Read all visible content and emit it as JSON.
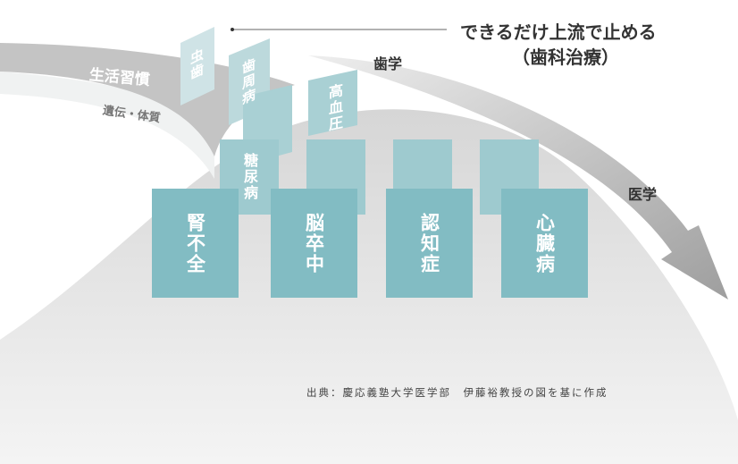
{
  "headline": {
    "line1": "できるだけ上流で止める",
    "line2": "（歯科治療）"
  },
  "labels": {
    "lifestyle": "生活習慣",
    "heredity": "遺伝・体質",
    "dentistry": "歯学",
    "medicine": "医学"
  },
  "diseases": {
    "upper": [
      "虫歯",
      "歯周病",
      "高血圧"
    ],
    "middle": [
      "糖尿病"
    ],
    "lower": [
      "腎不全",
      "脳卒中",
      "認知症",
      "心臓病"
    ]
  },
  "source": "出典：慶応義塾大学医学部　伊藤裕教授の図を基に作成",
  "colors": {
    "front": "#82bcc3",
    "mid": "#9ecacf",
    "back": "#a9d0d4",
    "top": "#cfe3e6",
    "arrow": "#a9a9a9"
  }
}
